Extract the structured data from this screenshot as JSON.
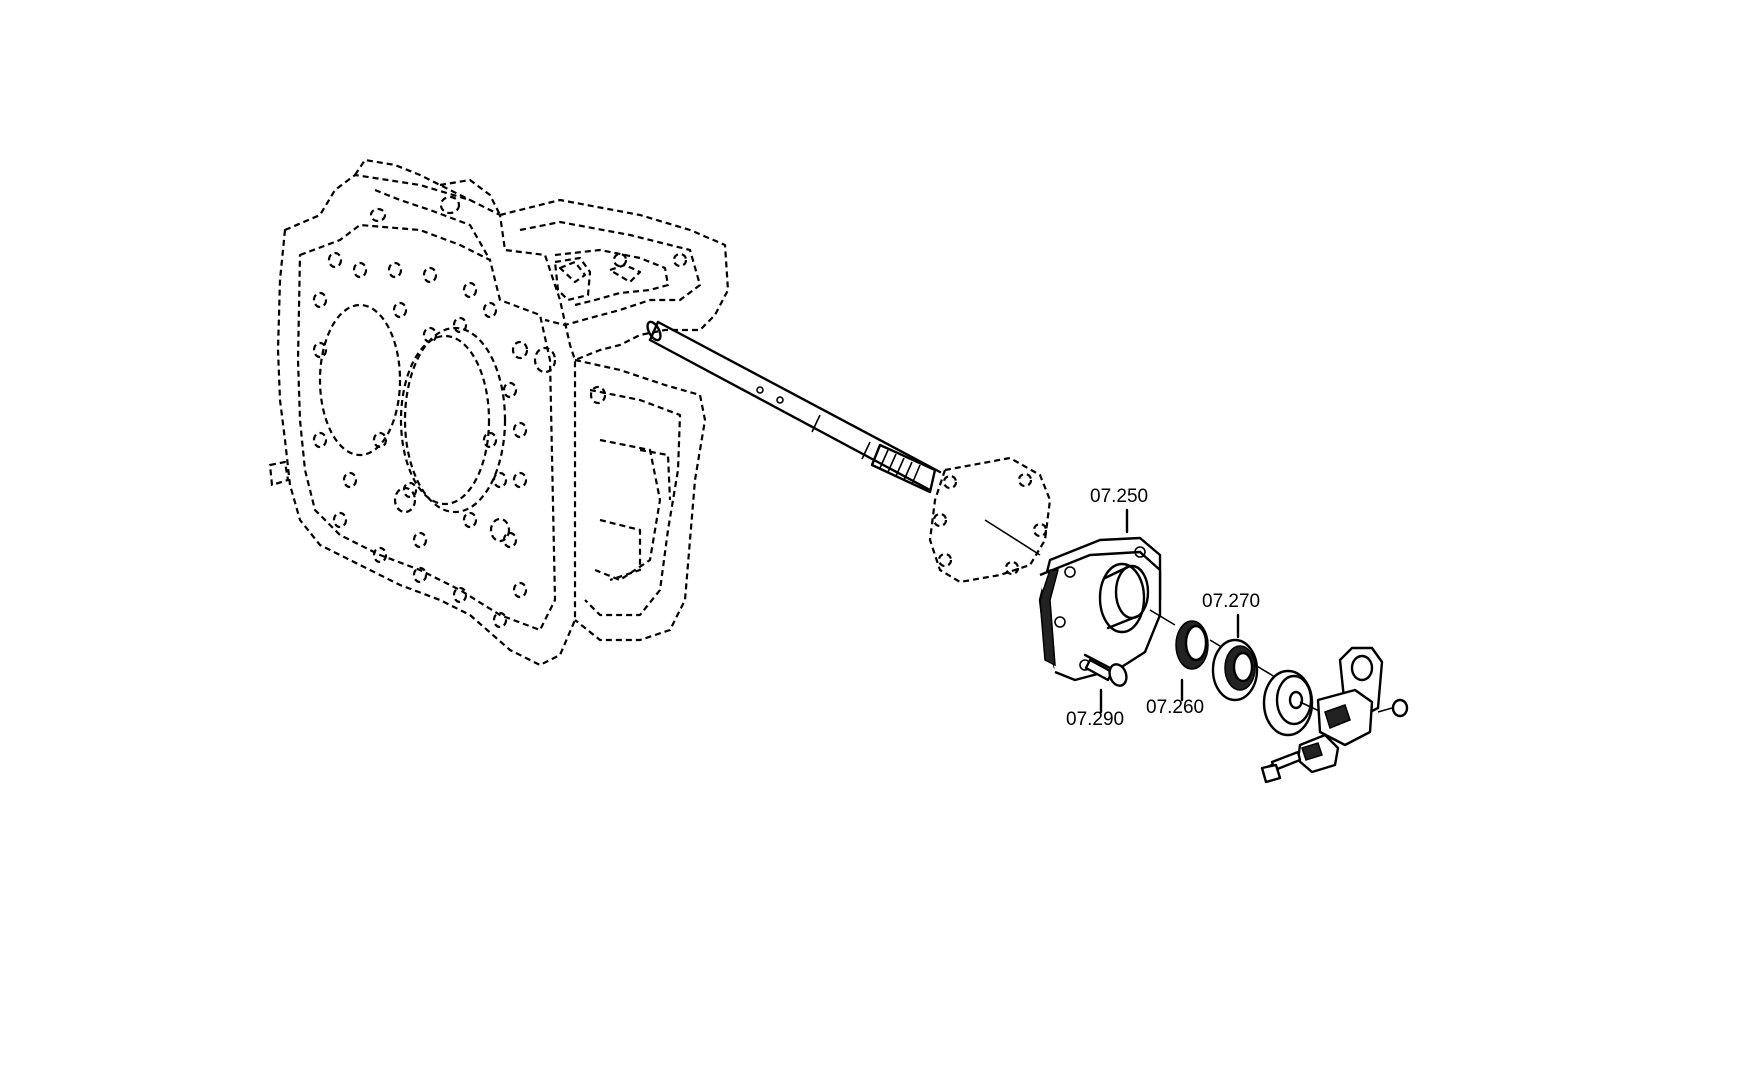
{
  "parts": [
    {
      "id": "cover",
      "label": "07.250"
    },
    {
      "id": "seal-ring",
      "label": "07.260"
    },
    {
      "id": "bearing",
      "label": "07.270"
    },
    {
      "id": "bolt",
      "label": "07.290"
    }
  ]
}
